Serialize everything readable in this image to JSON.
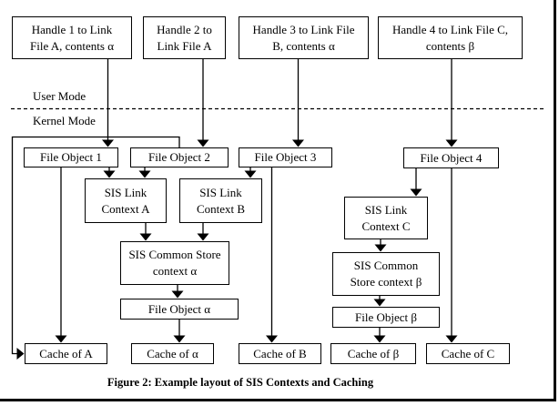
{
  "colors": {
    "ink": "#000000",
    "background": "#ffffff"
  },
  "mode_labels": {
    "user": "User Mode",
    "kernel": "Kernel Mode"
  },
  "caption": "Figure 2: Example layout of SIS Contexts and Caching",
  "nodes": {
    "handle_1": {
      "label": "Handle 1 to Link\nFile A, contents α"
    },
    "handle_2": {
      "label": "Handle 2 to\nLink File A"
    },
    "handle_3": {
      "label": "Handle 3 to Link File\nB, contents α"
    },
    "handle_4": {
      "label": "Handle 4 to Link File C,\ncontents β"
    },
    "file_object_1": {
      "label": "File Object 1"
    },
    "file_object_2": {
      "label": "File Object 2"
    },
    "file_object_3": {
      "label": "File Object 3"
    },
    "file_object_4": {
      "label": "File Object 4"
    },
    "sis_link_a": {
      "label": "SIS Link\nContext A"
    },
    "sis_link_b": {
      "label": "SIS Link\nContext B"
    },
    "sis_link_c": {
      "label": "SIS Link\nContext C"
    },
    "sis_common_alpha": {
      "label": "SIS Common Store\ncontext α"
    },
    "sis_common_beta": {
      "label": "SIS Common\nStore context β"
    },
    "file_object_alpha": {
      "label": "File Object α"
    },
    "file_object_beta": {
      "label": "File Object β"
    },
    "cache_a": {
      "label": "Cache of A"
    },
    "cache_alpha": {
      "label": "Cache of α"
    },
    "cache_b": {
      "label": "Cache of B"
    },
    "cache_beta": {
      "label": "Cache of β"
    },
    "cache_c": {
      "label": "Cache of C"
    }
  },
  "edges": [
    {
      "from": "handle_1",
      "to": "file_object_1"
    },
    {
      "from": "handle_2",
      "to": "file_object_2"
    },
    {
      "from": "handle_3",
      "to": "file_object_3"
    },
    {
      "from": "handle_4",
      "to": "file_object_4"
    },
    {
      "from": "file_object_1",
      "to": "sis_link_a"
    },
    {
      "from": "file_object_2",
      "to": "sis_link_a"
    },
    {
      "from": "file_object_1",
      "to": "cache_a"
    },
    {
      "from": "file_object_2",
      "to": "cache_a"
    },
    {
      "from": "file_object_3",
      "to": "sis_link_b"
    },
    {
      "from": "file_object_3",
      "to": "cache_b"
    },
    {
      "from": "file_object_4",
      "to": "sis_link_c"
    },
    {
      "from": "file_object_4",
      "to": "cache_c"
    },
    {
      "from": "sis_link_a",
      "to": "sis_common_alpha"
    },
    {
      "from": "sis_link_b",
      "to": "sis_common_alpha"
    },
    {
      "from": "sis_link_c",
      "to": "sis_common_beta"
    },
    {
      "from": "sis_common_alpha",
      "to": "file_object_alpha"
    },
    {
      "from": "sis_common_beta",
      "to": "file_object_beta"
    },
    {
      "from": "file_object_alpha",
      "to": "cache_alpha"
    },
    {
      "from": "file_object_beta",
      "to": "cache_beta"
    }
  ]
}
